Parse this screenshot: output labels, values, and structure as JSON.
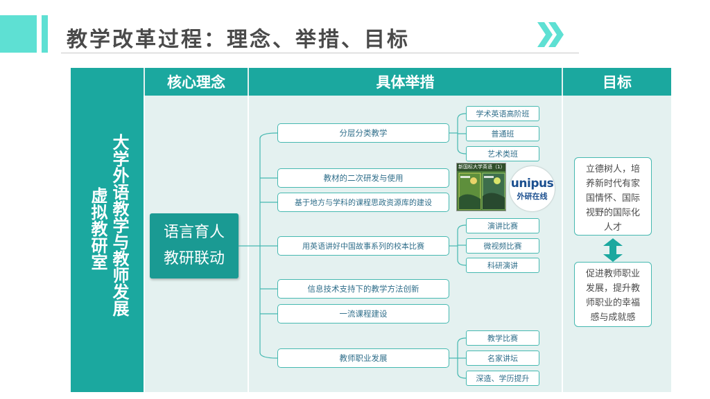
{
  "header": {
    "title": "教学改革过程：理念、举措、目标"
  },
  "table": {
    "headers": {
      "core": "核心理念",
      "measures": "具体举措",
      "goal": "目标"
    },
    "left_col": {
      "line1": "大学外语教学与教师发展",
      "line2": "虚拟教研室"
    },
    "core": {
      "line1": "语言育人",
      "line2": "教研联动"
    },
    "measures": [
      {
        "label": "分层分类教学",
        "subs": [
          "学术英语高阶班",
          "普通班",
          "艺术类班"
        ]
      },
      {
        "label": "教材的二次研发与使用",
        "subs": []
      },
      {
        "label": "基于地方与学科的课程思政资源库的建设",
        "subs": []
      },
      {
        "label": "用英语讲好中国故事系列的校本比赛",
        "subs": [
          "演讲比赛",
          "微视频比赛",
          "科研演讲"
        ]
      },
      {
        "label": "信息技术支持下的教学方法创新",
        "subs": []
      },
      {
        "label": "一流课程建设",
        "subs": []
      },
      {
        "label": "教师职业发展",
        "subs": [
          "教学比赛",
          "名家讲坛",
          "深造、学历提升"
        ]
      }
    ],
    "book": {
      "title": "新国标大学英语（1）"
    },
    "unipus": {
      "logo": "unipus",
      "name": "外研在线"
    },
    "goals": {
      "goal1": [
        "立德树人，培",
        "养新时代有家",
        "国情怀、国际",
        "视野的国际化",
        "人才"
      ],
      "goal2": [
        "促进教师职业",
        "发展，提升教",
        "师职业的幸福",
        "感与成就感"
      ]
    }
  },
  "colors": {
    "teal": "#1ba89f",
    "accent": "#5ee0d3",
    "panel": "#e4f1f0",
    "text": "#2f6e8a"
  }
}
